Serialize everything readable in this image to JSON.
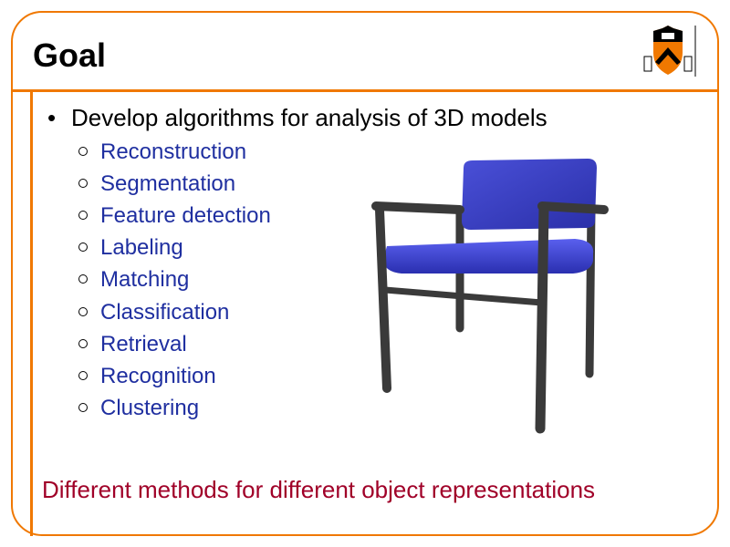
{
  "title": "Goal",
  "main_bullet": "Develop algorithms for analysis of 3D models",
  "sub_items": [
    "Reconstruction",
    "Segmentation",
    "Feature detection",
    "Labeling",
    "Matching",
    "Classification",
    "Retrieval",
    "Recognition",
    "Clustering"
  ],
  "footer": "Different methods for different object representations",
  "colors": {
    "accent": "#F07800",
    "footer": "#A00028",
    "sub_text": "#1F2FA0"
  }
}
